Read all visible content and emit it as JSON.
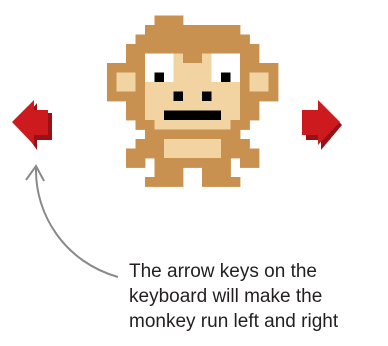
{
  "caption": {
    "lines": [
      "The arrow keys on the",
      "keyboard will make the",
      "monkey run left and right"
    ]
  },
  "colors": {
    "fur": "#c8914f",
    "fur_dark": "#a66f33",
    "face": "#f2d3a2",
    "eye_white": "#ffffff",
    "pupil": "#000000",
    "arrow": "#cc1a1f",
    "arrow_shadow": "#9a1015",
    "pointer": "#8a8a8a"
  },
  "icons": [
    "monkey-sprite",
    "left-arrow-icon",
    "right-arrow-icon",
    "pointer-curve"
  ]
}
